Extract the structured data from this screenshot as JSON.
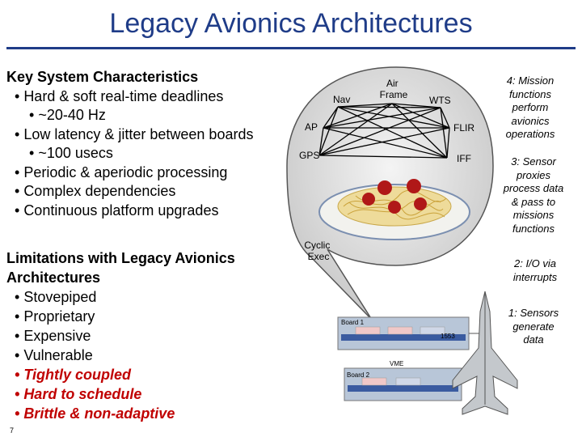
{
  "title": "Legacy Avionics Architectures",
  "characteristics": {
    "heading": "Key System Characteristics",
    "items": [
      {
        "level": 1,
        "text": "Hard & soft real-time deadlines"
      },
      {
        "level": 2,
        "text": "~20-40 Hz"
      },
      {
        "level": 1,
        "text": "Low latency & jitter between boards"
      },
      {
        "level": 2,
        "text": "~100 usecs"
      },
      {
        "level": 1,
        "text": "Periodic & aperiodic processing"
      },
      {
        "level": 1,
        "text": "Complex dependencies"
      },
      {
        "level": 1,
        "text": "Continuous platform upgrades"
      }
    ]
  },
  "limitations": {
    "heading": "Limitations with Legacy Avionics Architectures",
    "items": [
      {
        "text": "Stovepiped",
        "emphasis": false
      },
      {
        "text": "Proprietary",
        "emphasis": false
      },
      {
        "text": "Expensive",
        "emphasis": false
      },
      {
        "text": "Vulnerable",
        "emphasis": false
      },
      {
        "text": "Tightly coupled",
        "emphasis": true
      },
      {
        "text": "Hard to schedule",
        "emphasis": true
      },
      {
        "text": "Brittle & non-adaptive",
        "emphasis": true
      }
    ]
  },
  "diagram": {
    "nodes": {
      "nav": "Nav",
      "air_frame": "Air Frame",
      "wts": "WTS",
      "ap": "AP",
      "flir": "FLIR",
      "gps": "GPS",
      "iff": "IFF"
    },
    "cyclic_exec": "Cyclic Exec",
    "board1": "Board 1",
    "board2": "Board 2",
    "bus_1553": "1553",
    "vme": "VME"
  },
  "annotations": [
    "4: Mission functions perform avionics operations",
    "3: Sensor proxies process data & pass to missions functions",
    "2: I/O via interrupts",
    "1: Sensors generate data"
  ],
  "page_number": "7",
  "colors": {
    "title": "#1f3c88",
    "emphasis": "#c00000",
    "bubble": "#e2e2e2"
  }
}
